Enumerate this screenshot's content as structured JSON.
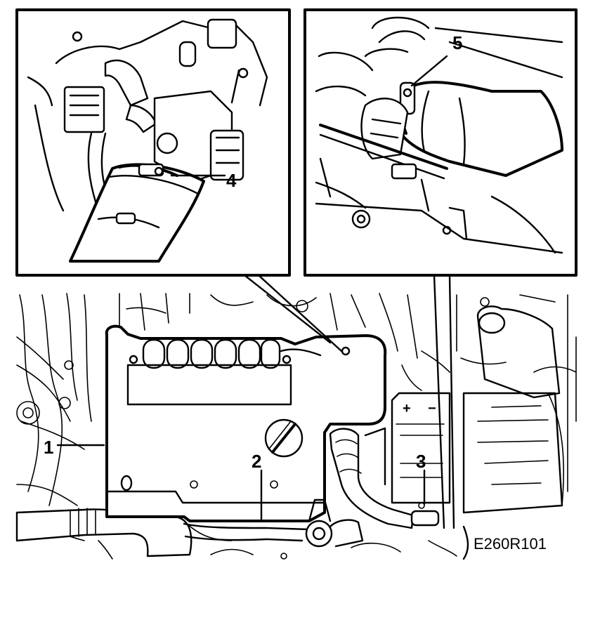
{
  "figure_code": "E260R101",
  "callouts": [
    {
      "id": "callout-1",
      "label": "1"
    },
    {
      "id": "callout-2",
      "label": "2"
    },
    {
      "id": "callout-3",
      "label": "3"
    },
    {
      "id": "callout-4",
      "label": "4"
    },
    {
      "id": "callout-5",
      "label": "5"
    }
  ],
  "battery": {
    "plus": "+",
    "minus": "−"
  }
}
